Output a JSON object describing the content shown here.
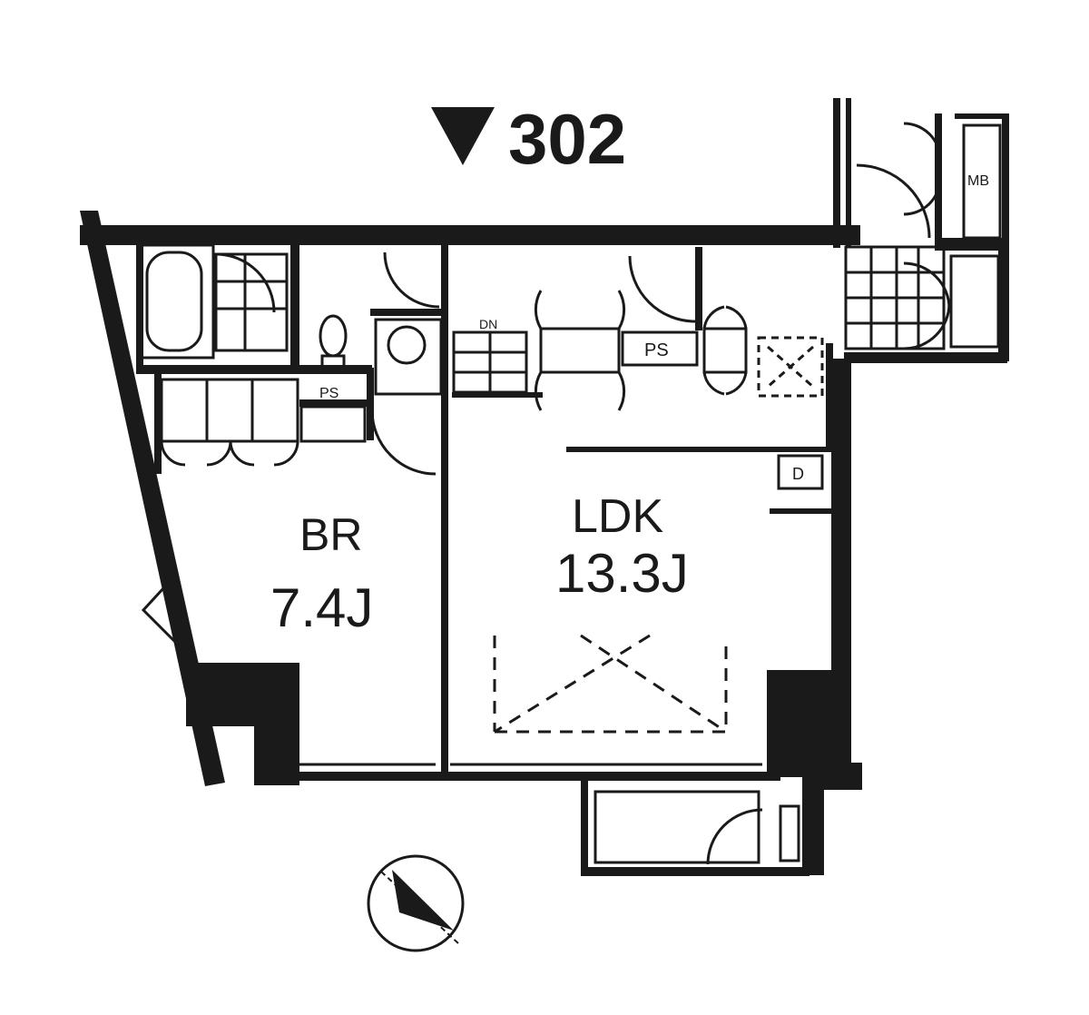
{
  "unit": {
    "number_label": "302",
    "marker_glyph": "▼"
  },
  "rooms": {
    "bedroom": {
      "name": "BR",
      "area": "7.4J"
    },
    "ldk": {
      "name": "LDK",
      "area": "13.3J"
    }
  },
  "fixtures": {
    "pipe_space_main": "PS",
    "pipe_space_small": "PS",
    "meter_box": "MB",
    "dn_label": "DN",
    "d_label": "D"
  },
  "icons": {
    "compass": "north-arrow-icon",
    "unit_marker": "triangle-down-icon"
  },
  "colors": {
    "ink": "#1a1a1a",
    "paper": "#ffffff"
  }
}
